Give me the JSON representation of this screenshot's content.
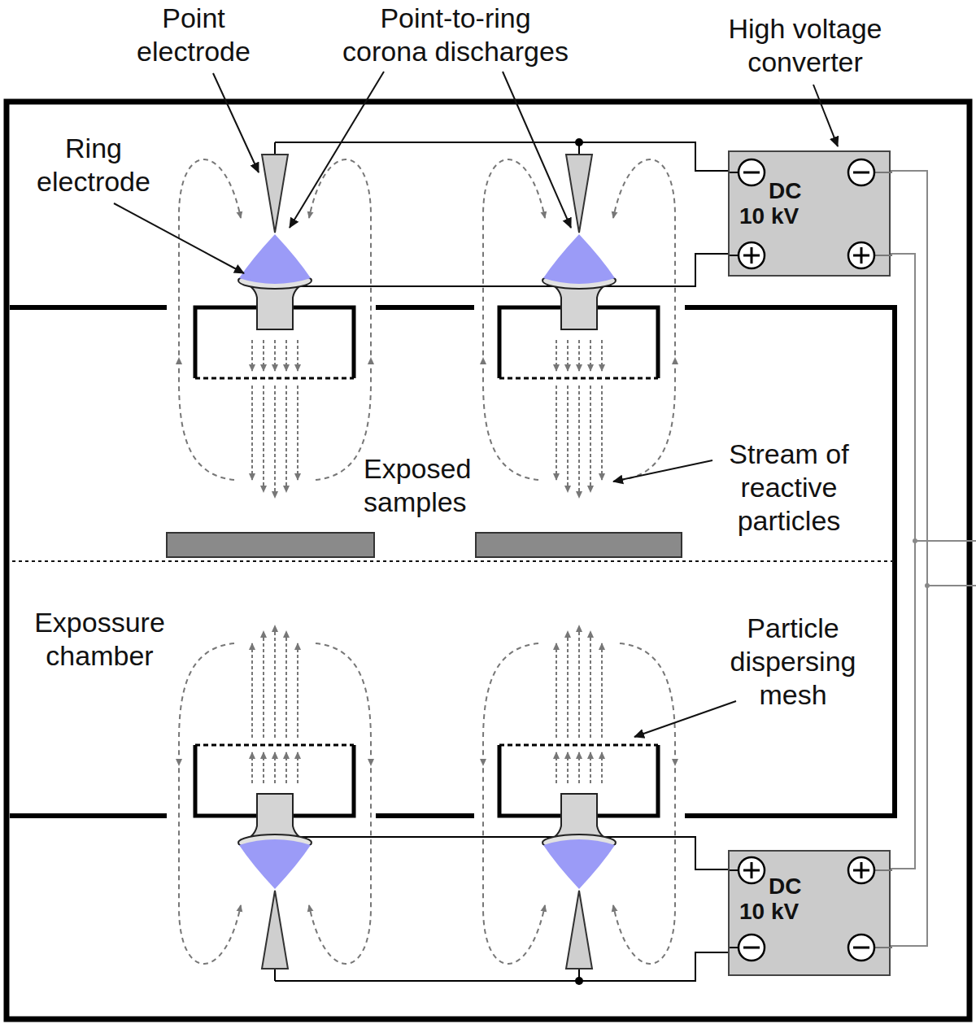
{
  "diagram": {
    "nodes": [
      {
        "text": [
          "DC 10 kV"
        ]
      },
      {
        "text": [
          "DC 10 kV"
        ]
      }
    ],
    "edges": [
      {
        "from": 0,
        "to": 1,
        "arrow": "none"
      },
      {
        "from": 0,
        "to": 1,
        "arrow": "none"
      }
    ],
    "labels": [
      "Point electrode",
      "Point-to-ring corona discharges",
      "High voltage converter",
      "Ring electrode",
      "Exposed samples",
      "Stream of reactive particles",
      "Expossure chamber",
      "Particle dispersing mesh"
    ]
  }
}
